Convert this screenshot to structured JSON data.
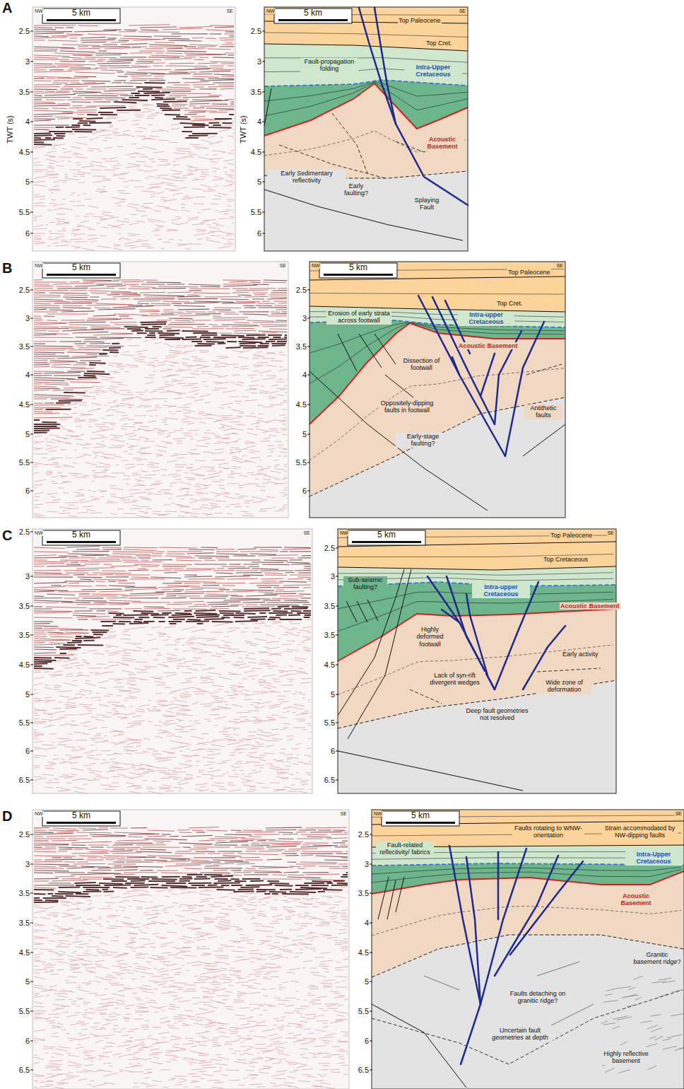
{
  "diagram": {
    "labels": [
      "A",
      "NW",
      "SE",
      "5 km",
      "TWT (s)",
      "2.5",
      "3",
      "3.5",
      "4",
      "4.5",
      "5",
      "5.5",
      "6",
      "NW",
      "SE",
      "5 km",
      "TWT (s)",
      "2.5",
      "3",
      "3.5",
      "4",
      "4.5",
      "5",
      "5.5",
      "6",
      "Top Paleocene",
      "Top Cret.",
      "Fault-propagation folding",
      "Intra-Upper Cretaceous",
      "Acoustic Basement",
      "Early Sedimentary reflectivity",
      "Early faulting?",
      "Splaying Fault",
      "B",
      "NW",
      "SE",
      "5 km",
      "2.5",
      "3",
      "3.5",
      "4",
      "4.5",
      "5",
      "5.5",
      "6",
      "NW",
      "SE",
      "5 km",
      "2.5",
      "3",
      "3.5",
      "4",
      "4.5",
      "5",
      "5.5",
      "6",
      "Top Paleocene",
      "Top Cret.",
      "Erosion of early strata across footwall",
      "Intra-upper Cretaceous",
      "Acoustic Basement",
      "Dissection of footwall",
      "Oppositely-dipping faults in footwall",
      "Antithetic faults",
      "Early-stage faulting?",
      "C",
      "NW",
      "SE",
      "5 km",
      "2.5",
      "3",
      "3.5",
      "3.5",
      "4.5",
      "5",
      "5.5",
      "6",
      "6.5",
      "NW",
      "SE",
      "5 km",
      "2.5",
      "3",
      "3.5",
      "3.5",
      "4.5",
      "5",
      "5.5",
      "6",
      "6.5",
      "Top Paleocene",
      "Top Cretaceous",
      "Sub-seismic faulting?",
      "Intra-upper Cretaceous",
      "Acoustic Basement",
      "Highly deformed footwall",
      "Early activity",
      "Lack of syn-rift divergent wedges",
      "Wide zone of deformation",
      "Deep fault geometries not resolved",
      "D",
      "NW",
      "SE",
      "5 km",
      "2.5",
      "3",
      "3.5",
      "3.5",
      "4.5",
      "5",
      "5.5",
      "6",
      "6.5",
      "NW",
      "SE",
      "5 km",
      "2.5",
      "3",
      "3.5",
      "4",
      "4.5",
      "5",
      "5.5",
      "6",
      "6.5",
      "Fault-related reflectivity/ fabrics",
      "Faults rotating to WNW-orientation",
      "Strain accommodated by NW-dipping faults",
      "Intra-Upper Cretaceous",
      "Acoustic Basement",
      "Granitic basement ridge?",
      "Faults detaching on granitic ridge?",
      "Uncertain fault geometries at depth",
      "Highly reflective basement"
    ]
  }
}
